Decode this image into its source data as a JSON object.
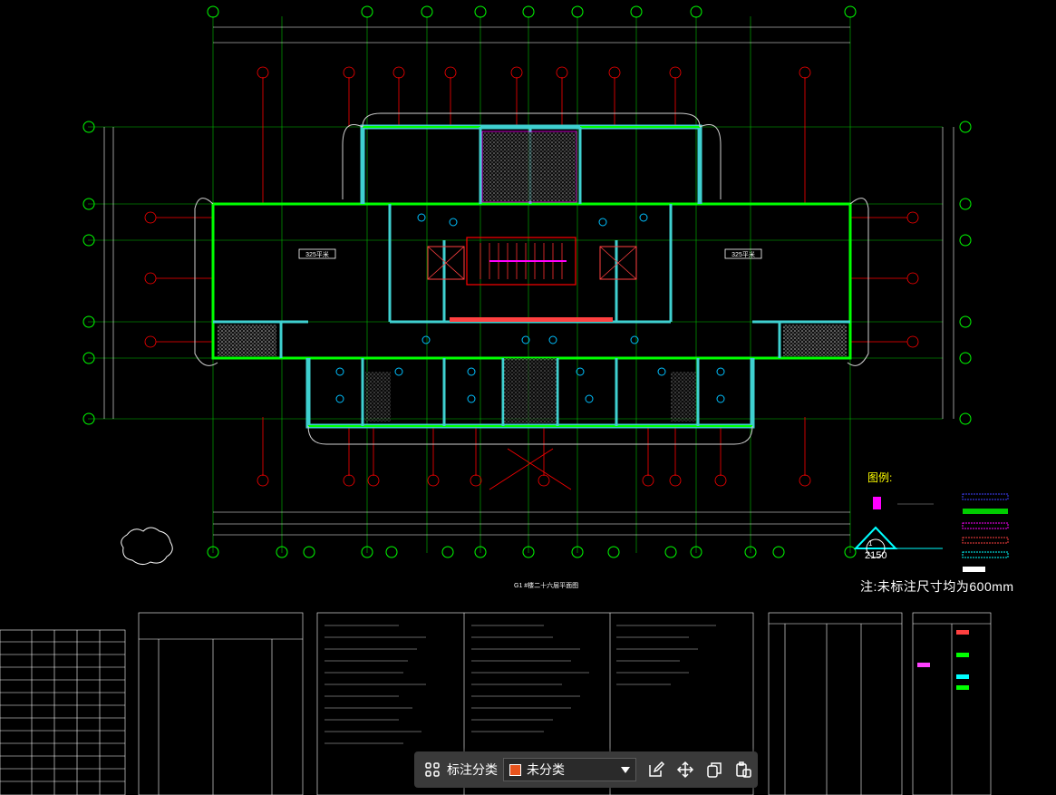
{
  "drawing": {
    "plan_title": "G1 #楼二十六层平面图",
    "note": "注:未标注尺寸均为600mm",
    "legend_title": "图例:",
    "area_label_left": "325平米",
    "area_label_right": "325平米",
    "callout_number": "1",
    "callout_sub": "2150"
  },
  "colors": {
    "background": "#000000",
    "wall_green": "#00ff00",
    "wall_cyan": "#00ffff",
    "axis_red": "#ff0000",
    "dim_line": "#ffffff",
    "hatch_magenta": "#ff00ff"
  },
  "toolbar": {
    "grid_icon": "grid-icon",
    "category_label": "标注分类",
    "select_value": "未分类",
    "icons": [
      "edit-icon",
      "move-icon",
      "copy-icon",
      "paste-icon"
    ]
  }
}
